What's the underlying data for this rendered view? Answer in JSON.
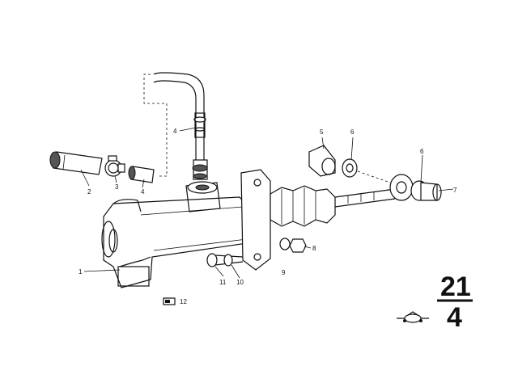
{
  "callouts": {
    "n1": "1",
    "n2": "2",
    "n3": "3",
    "n4a": "4",
    "n4b": "4",
    "n5": "5",
    "n6a": "6",
    "n6b": "6",
    "n7": "7",
    "n8": "8",
    "n9": "9",
    "n10": "10",
    "n11": "11",
    "n12": "12"
  },
  "page_ref": {
    "top": "21",
    "bottom": "4"
  },
  "icons": {
    "reference_box_icon": "small-rectangle-reference-icon",
    "vehicle_icon": "car-symbol-icon"
  }
}
